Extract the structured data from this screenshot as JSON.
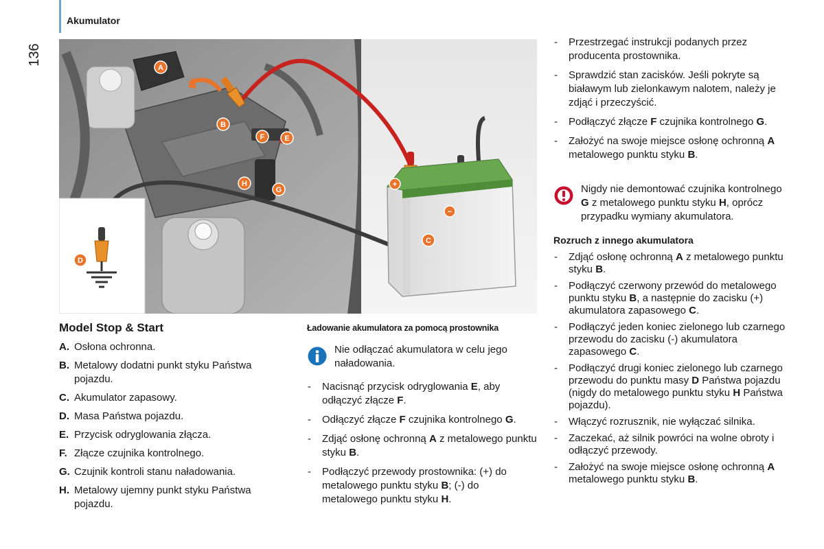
{
  "header": {
    "section": "Akumulator",
    "page_number": "136"
  },
  "figure": {
    "callouts": {
      "A": "A",
      "B": "B",
      "C": "C",
      "D": "D",
      "E": "E",
      "F": "F",
      "G": "G",
      "H": "H"
    },
    "polarity": {
      "plus": "+",
      "minus": "−"
    }
  },
  "left": {
    "title": "Model Stop & Start",
    "items": [
      {
        "label": "A.",
        "text": "Osłona ochronna."
      },
      {
        "label": "B.",
        "text": "Metalowy dodatni punkt styku Państwa pojazdu."
      },
      {
        "label": "C.",
        "text": "Akumulator zapasowy."
      },
      {
        "label": "D.",
        "text": "Masa Państwa pojazdu."
      },
      {
        "label": "E.",
        "text": "Przycisk odryglowania złącza."
      },
      {
        "label": "F.",
        "text": "Złącze czujnika kontrolnego."
      },
      {
        "label": "G.",
        "text": "Czujnik kontroli stanu naładowania."
      },
      {
        "label": "H.",
        "text": "Metalowy ujemny punkt styku Państwa pojazdu."
      }
    ]
  },
  "middle": {
    "title": "Ładowanie akumulatora za pomocą prostownika",
    "info_note": "Nie odłączać akumulatora w celu jego naładowania.",
    "steps": [
      [
        "Nacisnąć przycisk odryglowania ",
        "E",
        ", aby odłączyć złącze ",
        "F",
        "."
      ],
      [
        "Odłączyć złącze ",
        "F",
        " czujnika kontrolnego ",
        "G",
        "."
      ],
      [
        "Zdjąć osłonę ochronną ",
        "A",
        " z metalowego punktu styku ",
        "B",
        "."
      ],
      [
        "Podłączyć przewody prostownika: (+) do metalowego punktu styku ",
        "B",
        "; (-) do metalowego punktu styku ",
        "H",
        "."
      ]
    ]
  },
  "right": {
    "steps_top": [
      [
        "Przestrzegać instrukcji podanych przez producenta prostownika."
      ],
      [
        "Sprawdzić stan zacisków. Jeśli pokryte są białawym lub zielonkawym nalotem, należy je zdjąć i przeczyścić."
      ],
      [
        "Podłączyć złącze ",
        "F",
        " czujnika kontrolnego ",
        "G",
        "."
      ],
      [
        "Założyć na swoje miejsce osłonę ochronną ",
        "A",
        " metalowego punktu styku ",
        "B",
        "."
      ]
    ],
    "warning_note": [
      "Nigdy nie demontować czujnika kontrolnego ",
      "G",
      " z metalowego punktu styku ",
      "H",
      ", oprócz przypadku wymiany akumulatora."
    ],
    "subtitle": "Rozruch z innego akumulatora",
    "steps_jump": [
      [
        "Zdjąć osłonę ochronną ",
        "A",
        " z metalowego punktu styku ",
        "B",
        "."
      ],
      [
        "Podłączyć czerwony przewód do metalowego punktu styku ",
        "B",
        ", a następnie do zacisku (+) akumulatora zapasowego ",
        "C",
        "."
      ],
      [
        "Podłączyć jeden koniec zielonego lub czarnego przewodu do zacisku (-) akumulatora zapasowego ",
        "C",
        "."
      ],
      [
        "Podłączyć drugi koniec zielonego lub czarnego przewodu do punktu masy ",
        "D",
        " Państwa pojazdu (nigdy do metalowego punktu styku ",
        "H",
        " Państwa pojazdu)."
      ],
      [
        "Włączyć rozrusznik, nie wyłączać silnika."
      ],
      [
        "Zaczekać, aż silnik powróci na wolne obroty i odłączyć przewody."
      ],
      [
        "Założyć na swoje miejsce osłonę ochronną ",
        "A",
        " metalowego punktu styku ",
        "B",
        "."
      ]
    ]
  },
  "colors": {
    "accent": "#6fa7c9",
    "callout_orange": "#e8732a",
    "red_cable": "#c8221e",
    "battery_green": "#6aa84f",
    "warning_red": "#c8102e",
    "info_blue": "#1a73b8"
  }
}
